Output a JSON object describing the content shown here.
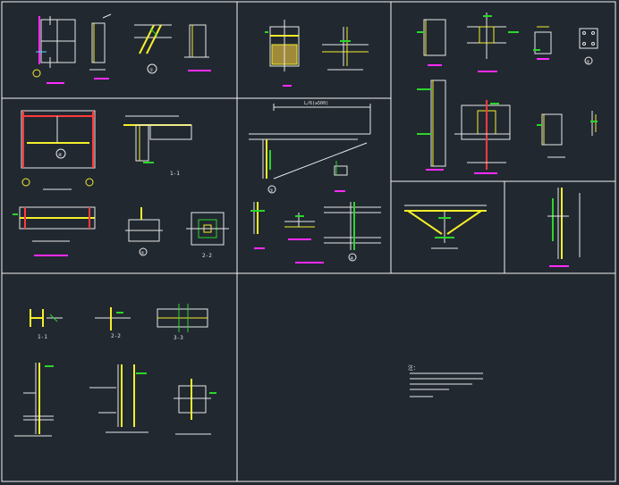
{
  "colors": {
    "background": "#212830",
    "frame": "#f2f2f2",
    "line": "#e8e8e8",
    "steel": "#f4ee2a",
    "weld": "#2bd62b",
    "callout": "#ff2bff",
    "member": "#ff3b3b",
    "dim": "#5ad2ff"
  },
  "labels": {
    "section_1_1": "1-1",
    "section_2_2": "2-2",
    "section_1_1_b": "1-1",
    "section_2_2_b": "2-2",
    "section_3_3": "3-3",
    "marker_a": "①",
    "marker_b": "②",
    "marker_c": "③",
    "marker_d": "④",
    "marker_e": "⑤",
    "marker_f": "⑥",
    "dim_top": "L/6(≥500)",
    "notes_title": "注："
  }
}
